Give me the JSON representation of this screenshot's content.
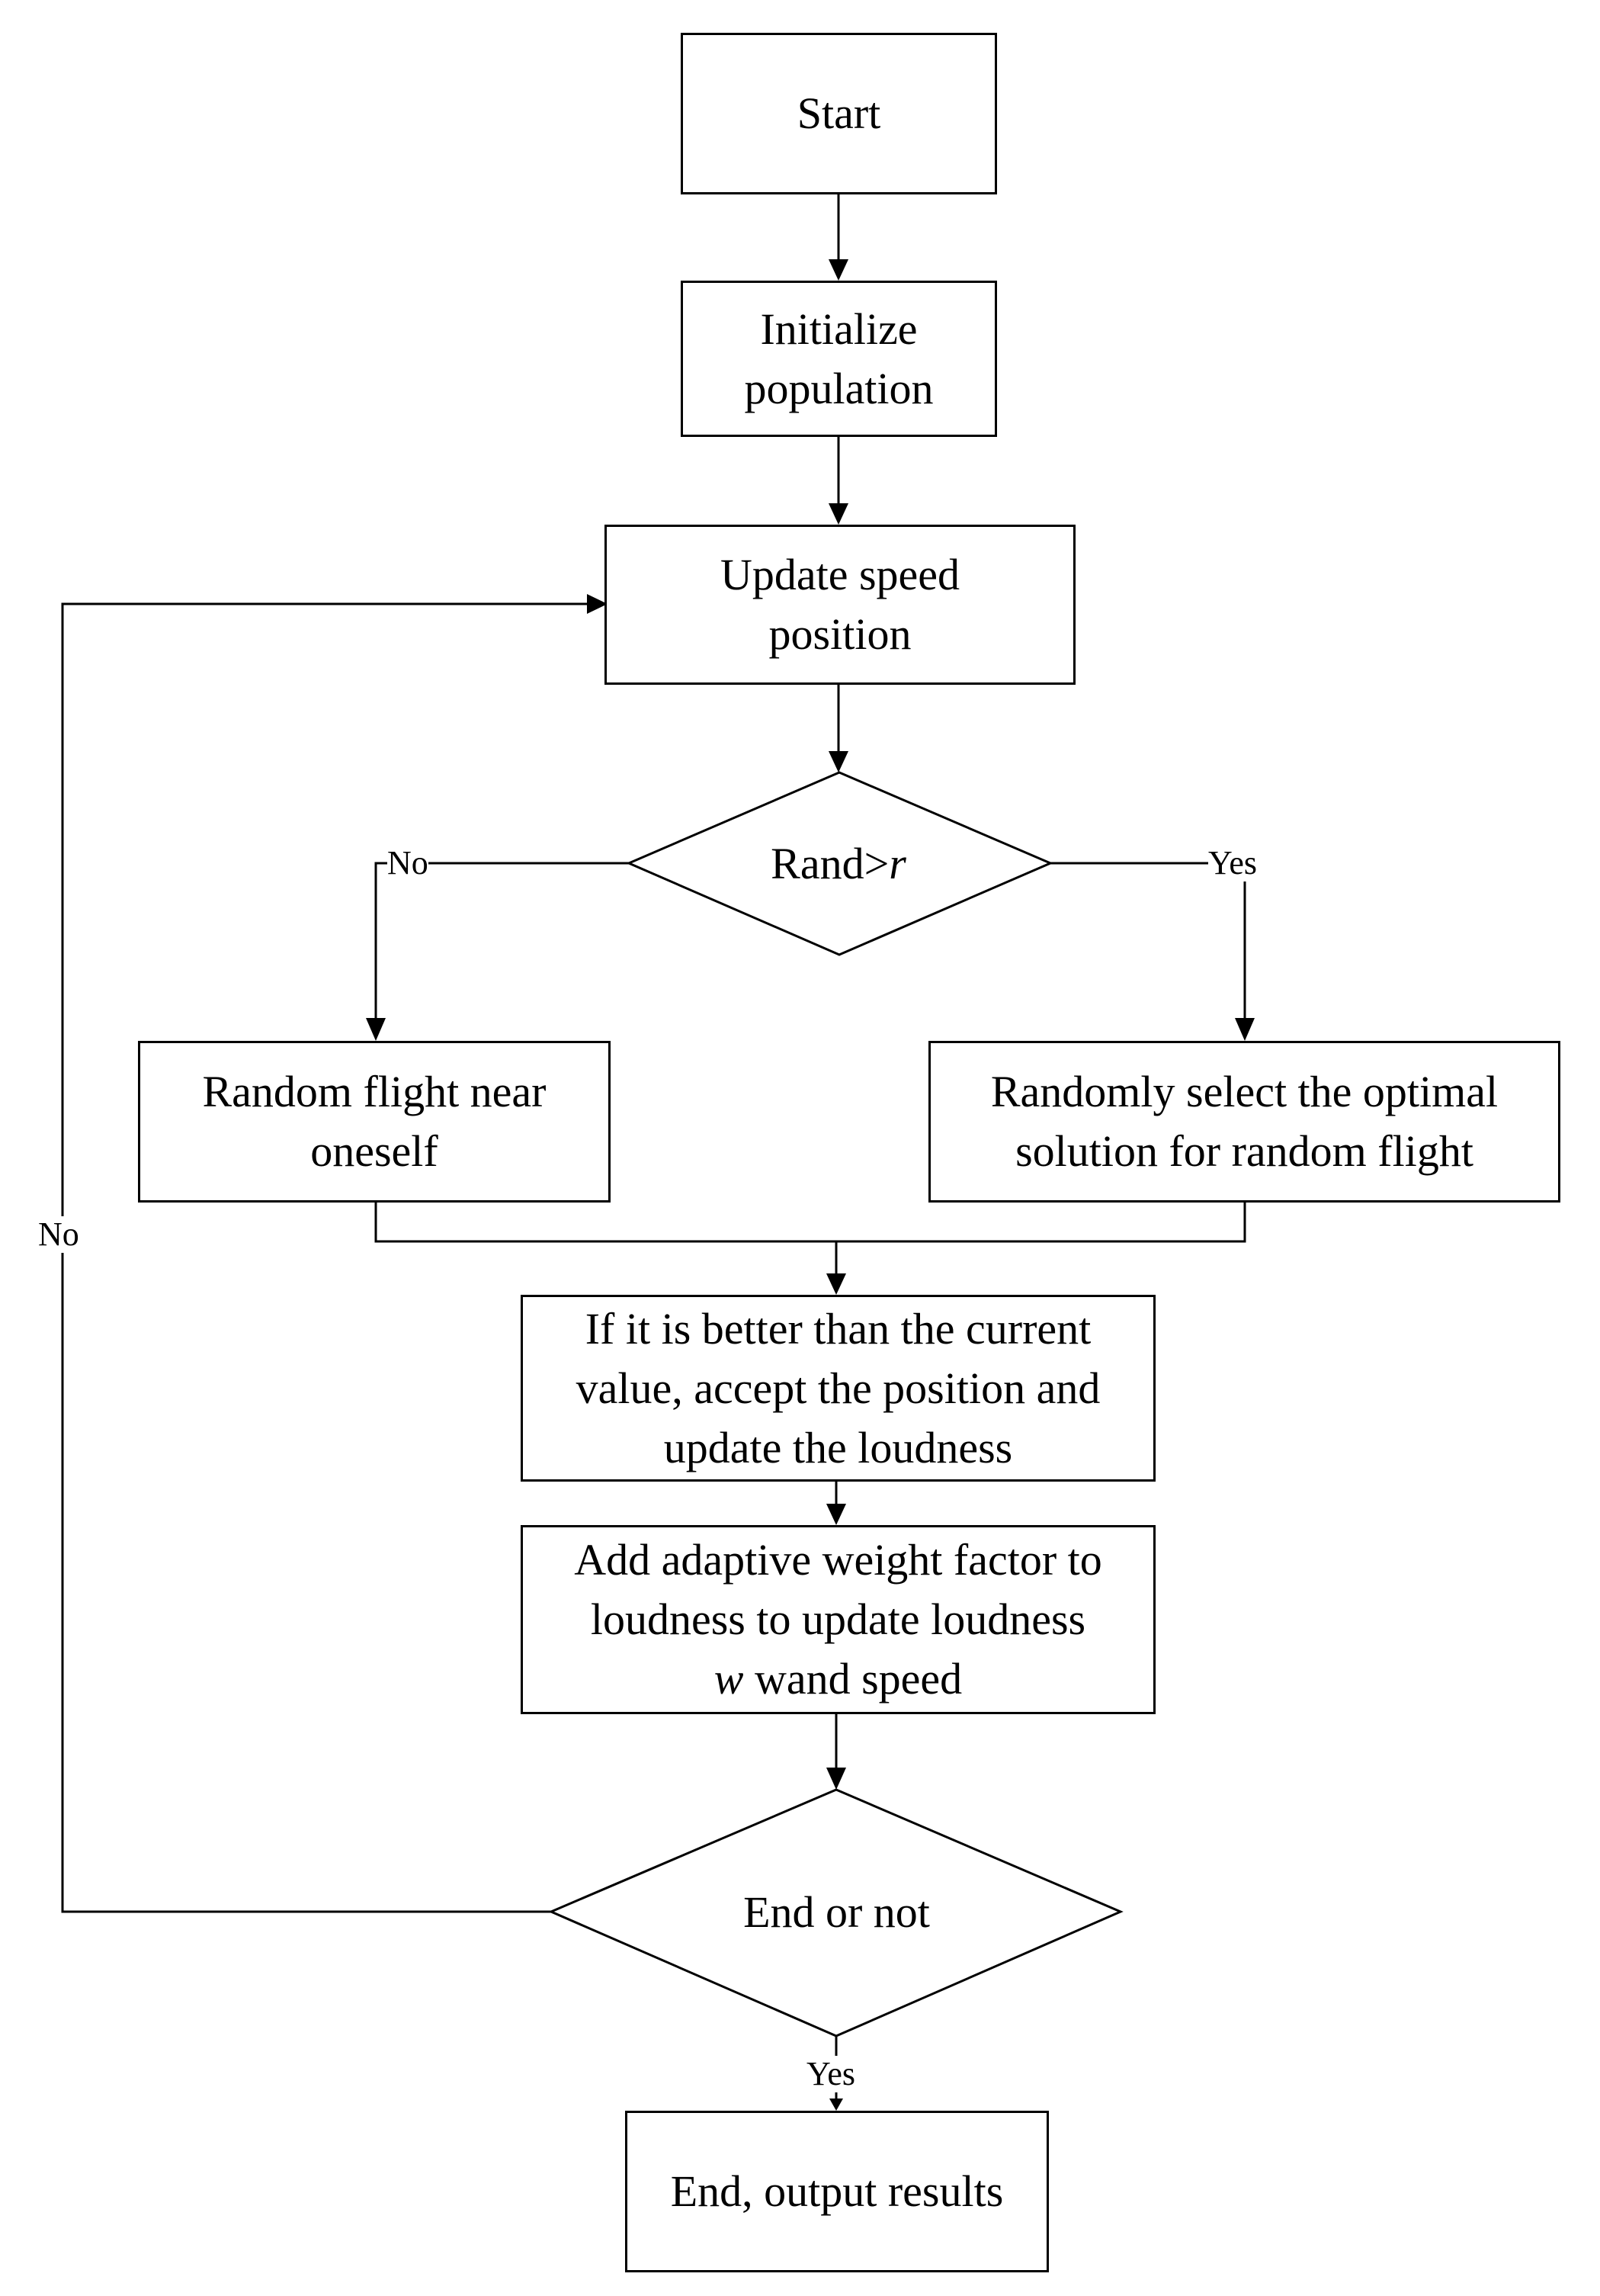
{
  "nodes": {
    "start": "Start",
    "init": "Initialize\npopulation",
    "update": "Update speed\nposition",
    "decision1_prefix": "Rand>",
    "decision1_var": "r",
    "left": "Random flight near\noneself",
    "right": "Randomly select the optimal\nsolution for random flight",
    "accept": "If it is better than the current\nvalue, accept the position and\nupdate the loudness",
    "adaptive": "Add adaptive weight factor to\nloudness to update loudness",
    "adaptive_var": "w",
    "adaptive_tail": " wand speed",
    "decision2": "End or not",
    "end": "End, output results"
  },
  "labels": {
    "no_left": "No",
    "yes_right": "Yes",
    "no_loop": "No",
    "yes_bottom": "Yes"
  }
}
